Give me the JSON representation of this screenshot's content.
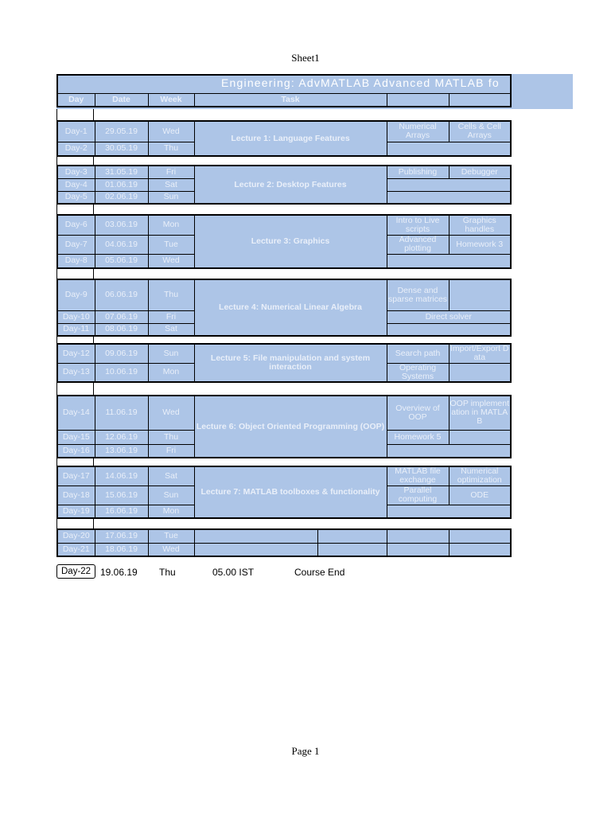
{
  "page": {
    "sheet_label": "Sheet1",
    "footer": "Page 1"
  },
  "colors": {
    "table_fill": "#adc5e7",
    "border": "#000000",
    "cell_text": "#e9eff9",
    "header_text": "#ffffff"
  },
  "table": {
    "title": "Engineering: AdvMATLAB Advanced MATLAB fo",
    "headers": [
      "Day",
      "Date",
      "Week",
      "Task",
      "",
      ""
    ],
    "blocks": [
      {
        "task": "Lecture 1: Language Features",
        "rows": [
          {
            "day": "Day-1",
            "date": "29.05.19",
            "week": "Wed",
            "t1": "Numerical Arrays",
            "t2": "Cells & Cell Arrays"
          },
          {
            "day": "Day-2",
            "date": "30.05.19",
            "week": "Thu",
            "merged": ""
          }
        ]
      },
      {
        "task": "Lecture 2: Desktop Features",
        "rows": [
          {
            "day": "Day-3",
            "date": "31.05.19",
            "week": "Fri",
            "t1": "Publishing",
            "t2": "Debugger"
          },
          {
            "day": "Day-4",
            "date": "01.06.19",
            "week": "Sat",
            "merged": ""
          },
          {
            "day": "Day-5",
            "date": "02.06.19",
            "week": "Sun",
            "merged": ""
          }
        ]
      },
      {
        "task": "Lecture 3: Graphics",
        "rows": [
          {
            "day": "Day-6",
            "date": "03.06.19",
            "week": "Mon",
            "t1": "Intro to Live scripts",
            "t2": "Graphics handles"
          },
          {
            "day": "Day-7",
            "date": "04.06.19",
            "week": "Tue",
            "t1": "Advanced plotting",
            "t2": "Homework 3"
          },
          {
            "day": "Day-8",
            "date": "05.06.19",
            "week": "Wed",
            "merged": ""
          }
        ]
      },
      {
        "task": "Lecture 4: Numerical Linear Algebra",
        "rows": [
          {
            "day": "Day-9",
            "date": "06.06.19",
            "week": "Thu",
            "t1": "Dense and sparse matrices",
            "t2": ""
          },
          {
            "day": "Day-10",
            "date": "07.06.19",
            "week": "Fri",
            "merged": "Direct solver"
          },
          {
            "day": "Day-11",
            "date": "08.06.19",
            "week": "Sat",
            "merged": ""
          }
        ]
      },
      {
        "task": "Lecture 5: File manipulation and system interaction",
        "rows": [
          {
            "day": "Day-12",
            "date": "09.06.19",
            "week": "Sun",
            "t1": "Search path",
            "t2": "Import/Export Data"
          },
          {
            "day": "Day-13",
            "date": "10.06.19",
            "week": "Mon",
            "t1": "Operating Systems",
            "t2": ""
          }
        ]
      },
      {
        "task": "Lecture 6: Object Oriented Programming (OOP)",
        "rows": [
          {
            "day": "Day-14",
            "date": "11.06.19",
            "week": "Wed",
            "t1": "Overview of OOP",
            "t2": "OOP implementation in MATLAB"
          },
          {
            "day": "Day-15",
            "date": "12.06.19",
            "week": "Thu",
            "t1": "Homework 5",
            "t2": ""
          },
          {
            "day": "Day-16",
            "date": "13.06.19",
            "week": "Fri",
            "merged": ""
          }
        ]
      },
      {
        "task": "Lecture 7: MATLAB toolboxes & functionality",
        "rows": [
          {
            "day": "Day-17",
            "date": "14.06.19",
            "week": "Sat",
            "t1": "MATLAB file exchange",
            "t2": "Numerical optimization"
          },
          {
            "day": "Day-18",
            "date": "15.06.19",
            "week": "Sun",
            "t1": "Parallel computing",
            "t2": "ODE"
          },
          {
            "day": "Day-19",
            "date": "16.06.19",
            "week": "Mon",
            "merged": ""
          }
        ]
      },
      {
        "task": "",
        "rows": [
          {
            "day": "Day-20",
            "date": "17.06.19",
            "week": "Tue"
          },
          {
            "day": "Day-21",
            "date": "18.06.19",
            "week": "Wed"
          }
        ]
      }
    ],
    "final_row": {
      "day": "Day-22",
      "date": "19.06.19",
      "week": "Thu",
      "time": "05.00 IST",
      "note": "Course End"
    }
  }
}
